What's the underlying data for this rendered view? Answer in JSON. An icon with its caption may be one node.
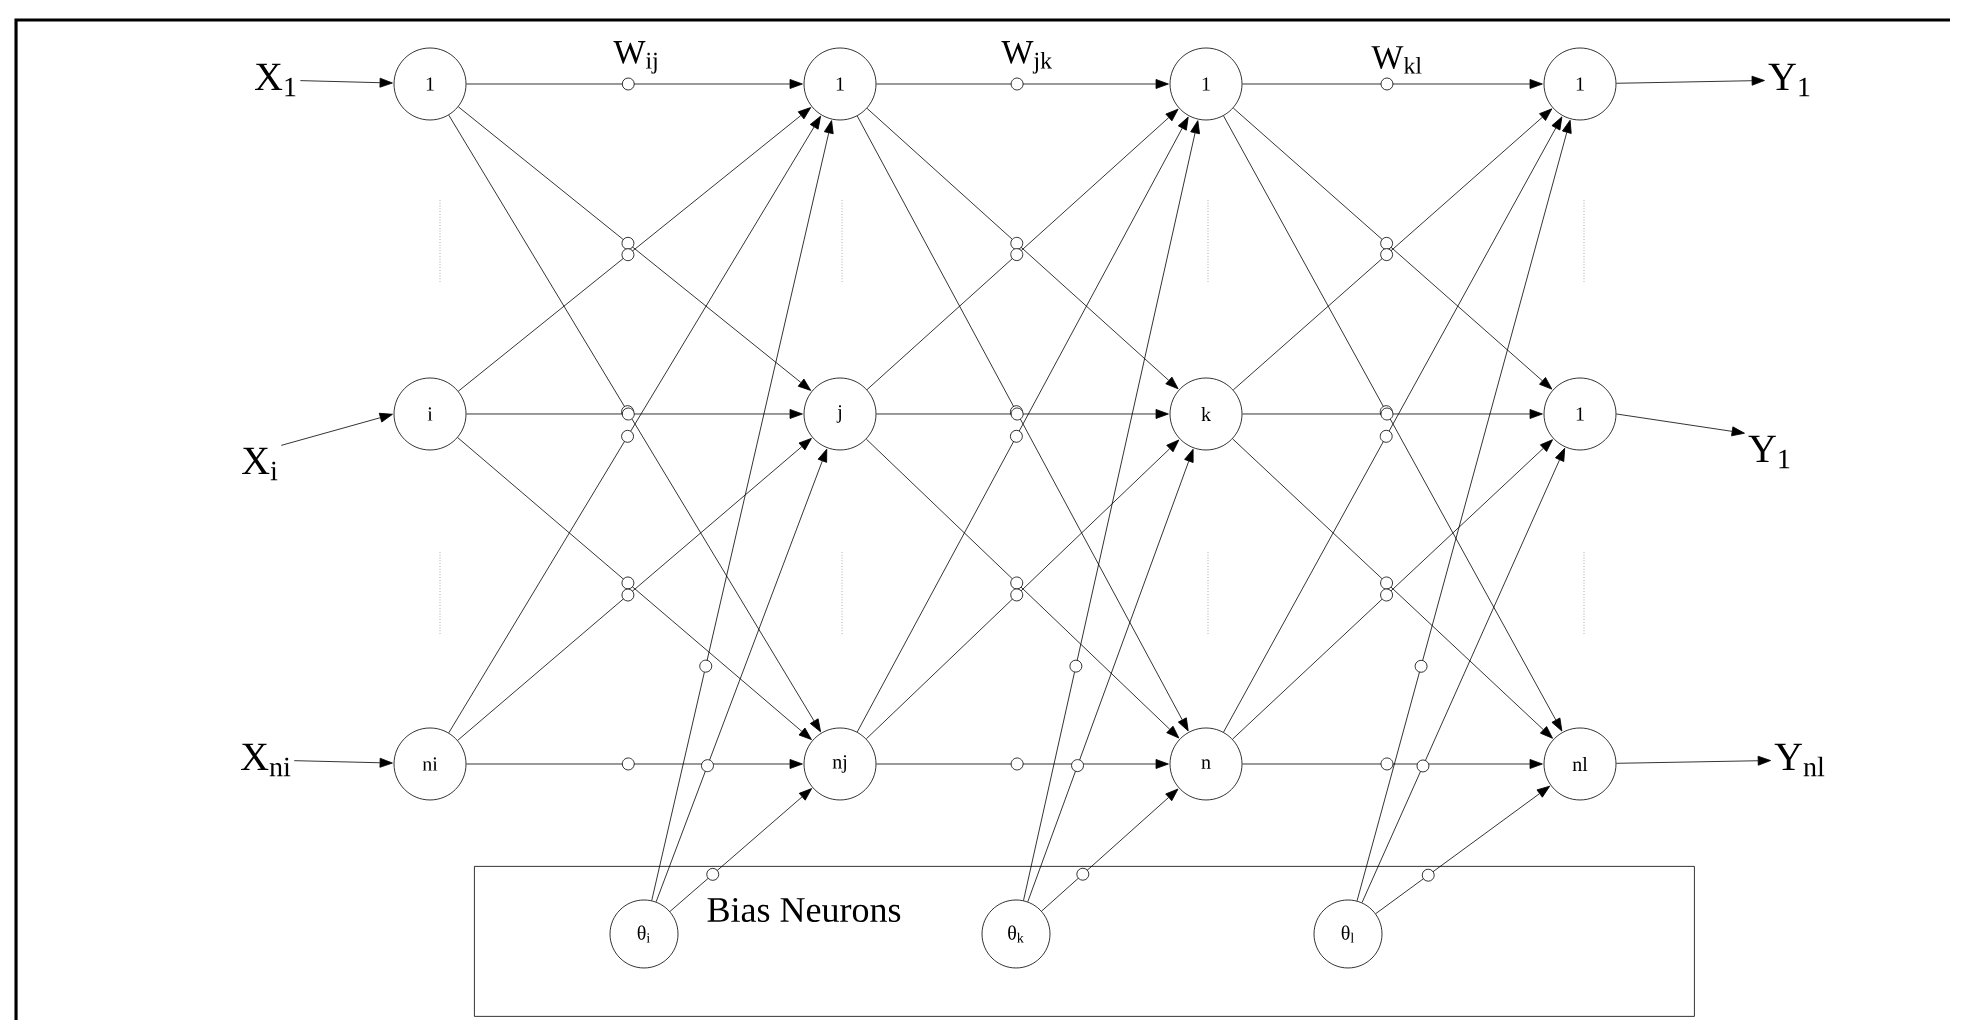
{
  "diagram": {
    "nodes": [
      {
        "text": [
          "X$_{1}$"
        ]
      },
      {
        "text": [
          "X$_{ni}$"
        ]
      },
      {
        "text": [
          "1"
        ]
      },
      {
        "text": [
          "i"
        ]
      },
      {
        "text": [
          "ni"
        ]
      },
      {
        "text": [
          "1"
        ]
      },
      {
        "text": [
          "j"
        ]
      },
      {
        "text": [
          "nj"
        ]
      },
      {
        "text": [
          "1"
        ]
      },
      {
        "text": [
          "k"
        ]
      },
      {
        "text": [
          "n"
        ]
      },
      {
        "text": [
          "1"
        ]
      },
      {
        "text": [
          "1"
        ]
      },
      {
        "text": [
          "nl"
        ]
      },
      {
        "text": [
          "Y$_{1}$"
        ]
      },
      {
        "text": [
          "Y$_{nl}$"
        ]
      },
      {
        "text": [
          "Bias Neurons"
        ]
      },
      {
        "text": [
          "θ$_{i}$"
        ],
        "in": 16
      },
      {
        "text": [
          "θ$_{k}$"
        ],
        "in": 16
      },
      {
        "text": [
          "θ$_{l}$"
        ],
        "in": 16
      },
      {
        "text": [
          "X$_{i}$"
        ]
      },
      {
        "text": [
          "Y$_{1}$"
        ]
      }
    ],
    "edges": [
      {
        "from": 0,
        "to": 2,
        "arrow": "to"
      },
      {
        "from": 20,
        "to": 3,
        "arrow": "to"
      },
      {
        "from": 1,
        "to": 4,
        "arrow": "to"
      },
      {
        "from": 2,
        "to": 5,
        "arrow": "to",
        "label": "W$_{ij}$"
      },
      {
        "from": 2,
        "to": 6,
        "arrow": "to"
      },
      {
        "from": 2,
        "to": 7,
        "arrow": "to"
      },
      {
        "from": 3,
        "to": 5,
        "arrow": "to"
      },
      {
        "from": 3,
        "to": 6,
        "arrow": "to"
      },
      {
        "from": 3,
        "to": 7,
        "arrow": "to"
      },
      {
        "from": 4,
        "to": 5,
        "arrow": "to"
      },
      {
        "from": 4,
        "to": 6,
        "arrow": "to"
      },
      {
        "from": 4,
        "to": 7,
        "arrow": "to"
      },
      {
        "from": 5,
        "to": 8,
        "arrow": "to",
        "label": "W$_{jk}$"
      },
      {
        "from": 5,
        "to": 9,
        "arrow": "to"
      },
      {
        "from": 5,
        "to": 10,
        "arrow": "to"
      },
      {
        "from": 6,
        "to": 8,
        "arrow": "to"
      },
      {
        "from": 6,
        "to": 9,
        "arrow": "to"
      },
      {
        "from": 6,
        "to": 10,
        "arrow": "to"
      },
      {
        "from": 7,
        "to": 8,
        "arrow": "to"
      },
      {
        "from": 7,
        "to": 9,
        "arrow": "to"
      },
      {
        "from": 7,
        "to": 10,
        "arrow": "to"
      },
      {
        "from": 8,
        "to": 11,
        "arrow": "to",
        "label": "W$_{kl}$"
      },
      {
        "from": 8,
        "to": 12,
        "arrow": "to"
      },
      {
        "from": 8,
        "to": 13,
        "arrow": "to"
      },
      {
        "from": 9,
        "to": 11,
        "arrow": "to"
      },
      {
        "from": 9,
        "to": 12,
        "arrow": "to"
      },
      {
        "from": 9,
        "to": 13,
        "arrow": "to"
      },
      {
        "from": 10,
        "to": 11,
        "arrow": "to"
      },
      {
        "from": 10,
        "to": 12,
        "arrow": "to"
      },
      {
        "from": 10,
        "to": 13,
        "arrow": "to"
      },
      {
        "from": 17,
        "to": 5,
        "arrow": "to"
      },
      {
        "from": 17,
        "to": 6,
        "arrow": "to"
      },
      {
        "from": 17,
        "to": 7,
        "arrow": "to"
      },
      {
        "from": 18,
        "to": 8,
        "arrow": "to"
      },
      {
        "from": 18,
        "to": 9,
        "arrow": "to"
      },
      {
        "from": 18,
        "to": 10,
        "arrow": "to"
      },
      {
        "from": 19,
        "to": 11,
        "arrow": "to"
      },
      {
        "from": 19,
        "to": 12,
        "arrow": "to"
      },
      {
        "from": 19,
        "to": 13,
        "arrow": "to"
      },
      {
        "from": 11,
        "to": 14,
        "arrow": "to"
      },
      {
        "from": 12,
        "to": 21,
        "arrow": "to"
      },
      {
        "from": 13,
        "to": 15,
        "arrow": "to"
      }
    ]
  }
}
